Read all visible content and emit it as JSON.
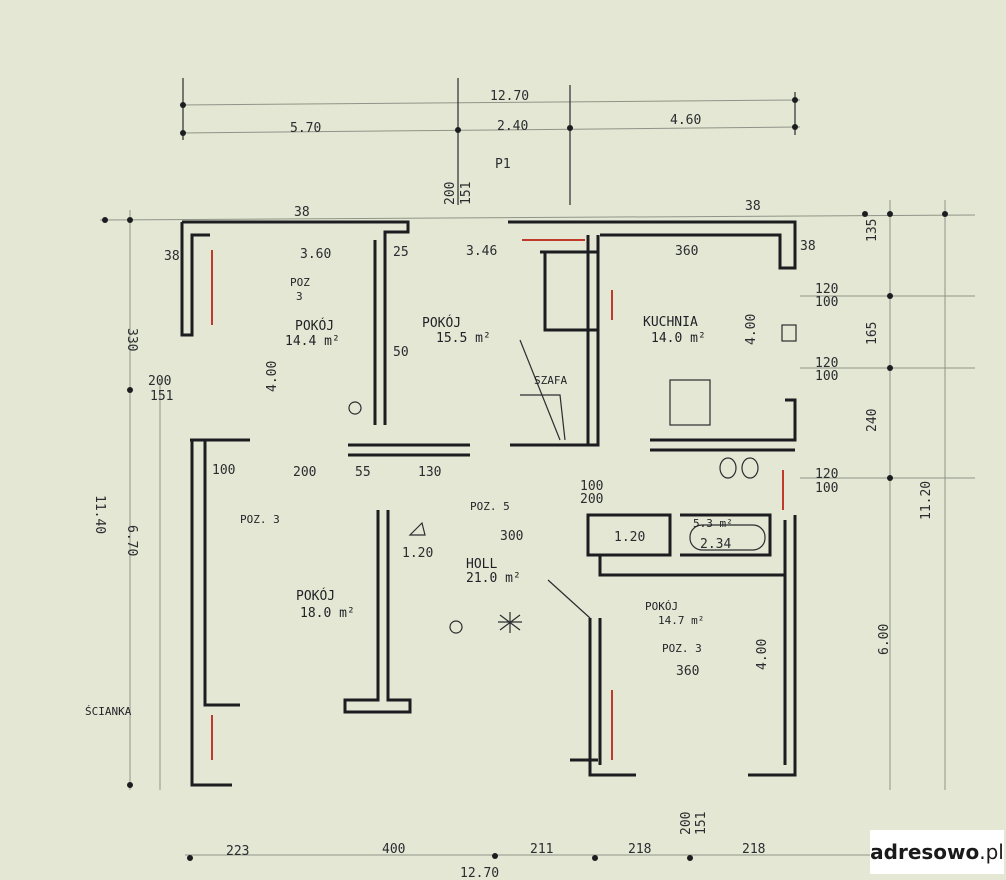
{
  "dimensions_top": {
    "overall": "12.70",
    "left_span": "5.70",
    "mid_span": "2.40",
    "right_span": "4.60",
    "p1": "P1"
  },
  "rooms": {
    "pokoj_a": {
      "poz": "POZ",
      "poz_num": "3",
      "name": "POKÓJ",
      "area": "14.4 m²",
      "width": "3.60",
      "depth": "4.00"
    },
    "pokoj_b": {
      "name": "POKÓJ",
      "area": "15.5 m²"
    },
    "kuchnia": {
      "name": "KUCHNIA",
      "area": "14.0 m²",
      "width": "360",
      "depth": "4.00"
    },
    "pokoj_c": {
      "poz": "POZ. 3",
      "name": "POKÓJ",
      "area": "18.0 m²"
    },
    "holl": {
      "poz": "POZ. 5",
      "name": "HOLL",
      "area": "21.0 m²",
      "width": "300"
    },
    "pokoj_d": {
      "name": "POKÓJ",
      "area": "14.7 m²",
      "poz": "POZ. 3",
      "width": "360",
      "depth": "4.00"
    },
    "szafa": "SZAFA",
    "bath_a": "1.20",
    "bath_b": "2.34",
    "bath_c": "5.3 m²"
  },
  "labels": {
    "scianka": "ŚCIANKA",
    "l_330": "330",
    "l_1140": "11.40",
    "l_670": "6.70",
    "l_200a": "200",
    "l_151a": "151",
    "l_346": "3.46",
    "l_38a": "38",
    "l_38b": "38",
    "l_38c": "38",
    "l_38d": "38",
    "l_25": "25",
    "l_50": "50",
    "l_200b": "200",
    "l_100": "100",
    "l_55": "55",
    "l_130": "130",
    "l_120a": "120",
    "l_100b": "100",
    "l_120b": "120",
    "l_100c": "100",
    "l_120c": "120",
    "l_100d": "100",
    "l_135": "135",
    "l_165": "165",
    "l_240": "240",
    "l_1120": "11.20",
    "l_600": "6.00",
    "l_100e": "100",
    "l_200c": "200",
    "l_120d": "1.20",
    "l_200d": "200",
    "l_151b": "151",
    "l_200e": "200",
    "l_151c": "151"
  },
  "dimensions_bottom": {
    "d1": "223",
    "d2": "400",
    "d3": "211",
    "d4": "218",
    "d5": "218",
    "total": "12.70"
  },
  "watermark": {
    "brand": "adresowo",
    "tld": ".pl"
  },
  "colors": {
    "paper": "#e4e7d3",
    "ink": "#1c1d21",
    "accent_red": "#c0392b"
  }
}
